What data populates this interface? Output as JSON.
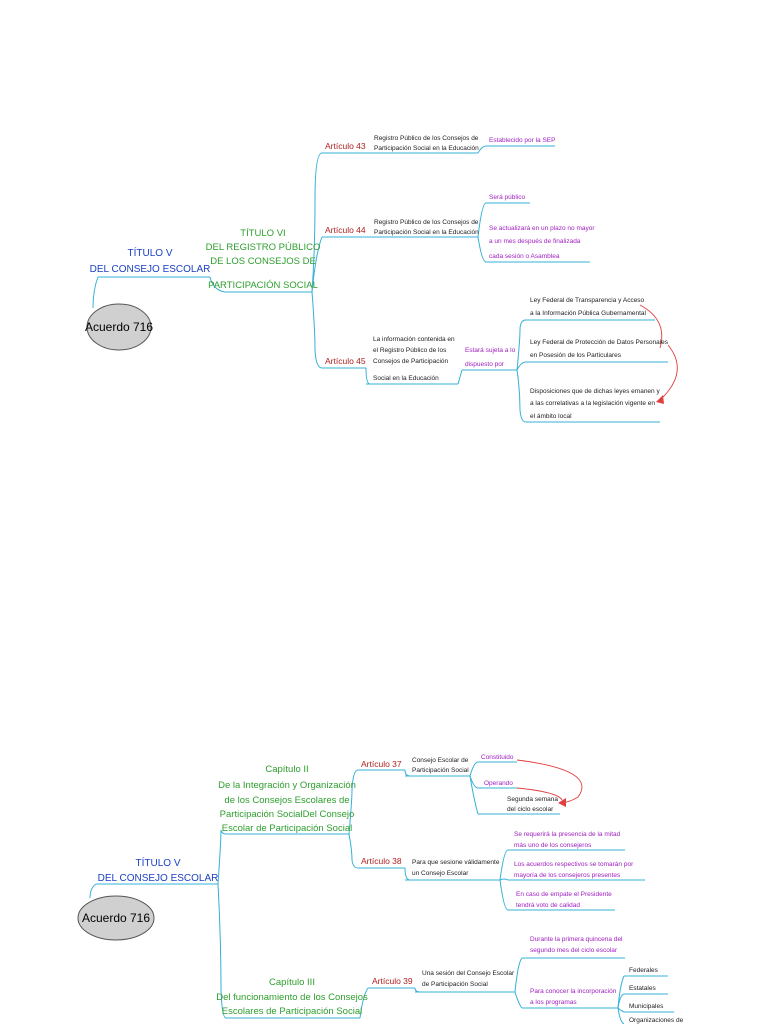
{
  "colors": {
    "line": "#35b0d8",
    "title": "#1a3fc4",
    "chapter": "#2e9e2e",
    "article": "#b02020",
    "text": "#222222",
    "leaf": "#a020c0",
    "arrow": "#e04040",
    "root_fill": "#d0d0d0"
  },
  "map1": {
    "root": "Acuerdo 716",
    "title": [
      "TÍTULO V",
      "DEL CONSEJO ESCOLAR"
    ],
    "chapter": [
      "TÍTULO VI",
      "DEL REGISTRO PÚBLICO",
      "DE LOS CONSEJOS DE",
      "PARTICIPACIÓN SOCIAL"
    ],
    "articles": [
      {
        "label": "Artículo 43",
        "text": [
          "Registro Público de los Consejos de",
          "Participación Social en la Educación"
        ],
        "leaves": [
          [
            "Establecido por la SEP"
          ]
        ]
      },
      {
        "label": "Artículo 44",
        "text": [
          "Registro Público de los Consejos de",
          "Participación Social en la Educación"
        ],
        "leaves": [
          [
            "Será público"
          ],
          [
            "Se actualizará en un plazo no mayor",
            "a un mes después de finalizada",
            "cada sesión o Asamblea"
          ]
        ]
      },
      {
        "label": "Artículo 45",
        "text": [
          "La información contenida en",
          "el Registro Público de los",
          "Consejos de Participación",
          "Social en la Educación"
        ],
        "sub": [
          "Estará sujeta a lo",
          "dispuesto por"
        ],
        "leaves": [
          [
            "Ley Federal de Transparencia y Acceso",
            "a la Información Pública Gubernamental"
          ],
          [
            "Ley Federal de Protección de Datos Personales",
            "en Posesión de los Particulares"
          ],
          [
            "Disposiciones que de dichas leyes emanen y",
            "a las correlativas a la legislación vigente en",
            "el ámbito local"
          ]
        ]
      }
    ]
  },
  "map2": {
    "root": "Acuerdo 716",
    "title": [
      "TÍTULO V",
      "DEL CONSEJO ESCOLAR"
    ],
    "chapters": [
      {
        "lines": [
          "Capítulo II",
          "De la Integración y Organización",
          "de los Consejos Escolares de",
          "Participación SocialDel Consejo",
          "Escolar de Participación Social"
        ],
        "articles": [
          {
            "label": "Artículo 37",
            "text": [
              "Consejo Escolar de",
              "Participación Social"
            ],
            "leaves": [
              [
                "Constituido"
              ],
              [
                "Operando"
              ]
            ],
            "target": [
              "Segunda semana",
              "del ciclo escolar"
            ]
          },
          {
            "label": "Artículo 38",
            "text": [
              "Para que sesione válidamente",
              "un Consejo Escolar"
            ],
            "leaves": [
              [
                "Se requerirá la presencia de la mitad",
                "más uno de los consejeros"
              ],
              [
                "Los acuerdos respectivos se tomarán por",
                "mayoría de los consejeros presentes"
              ],
              [
                "En caso de empate el Presidente",
                "tendrá voto de calidad"
              ]
            ]
          }
        ]
      },
      {
        "lines": [
          "Capítulo III",
          "Del funcionamiento de los Consejos",
          "Escolares de Participación Social"
        ],
        "articles": [
          {
            "label": "Artículo 39",
            "text": [
              "Una sesión del Consejo Escolar",
              "de Participación Social"
            ],
            "leaves": [
              [
                "Durante la primera quincena del",
                "segundo mes del ciclo escolar"
              ],
              [
                "Para conocer la incorporación",
                "a los programas"
              ]
            ],
            "programs": [
              "Federales",
              "Estatales",
              "Municipales",
              "Organizaciones de"
            ]
          }
        ]
      }
    ]
  }
}
